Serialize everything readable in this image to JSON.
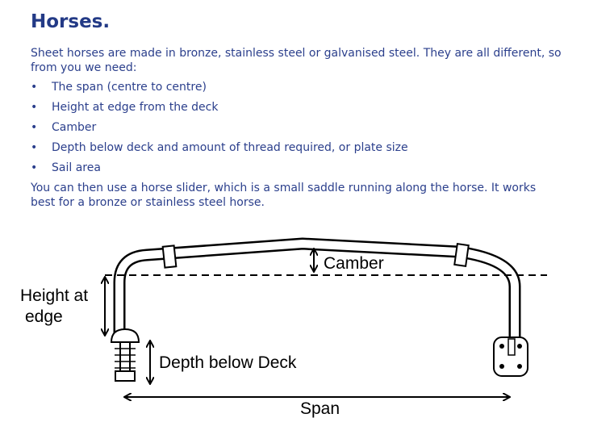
{
  "colors": {
    "heading": "#233a86",
    "text": "#2b3f8c",
    "diagram": "#000000"
  },
  "title": "Horses.",
  "intro": "Sheet horses are made in bronze, stainless steel or galvanised steel. They are all different, so from you we need:",
  "bullets": [
    "The span (centre to centre)",
    "Height at edge from the deck",
    "Camber",
    "Depth below deck and amount of thread required, or plate size",
    "Sail area"
  ],
  "outro": "You can then use a horse slider, which is a small saddle running along the horse. It works best for a bronze or stainless steel horse.",
  "diagram": {
    "camber_label": "Camber",
    "height_label_line1": "Height at",
    "height_label_line2": "edge",
    "depth_label": "Depth below Deck",
    "span_label": "Span"
  }
}
